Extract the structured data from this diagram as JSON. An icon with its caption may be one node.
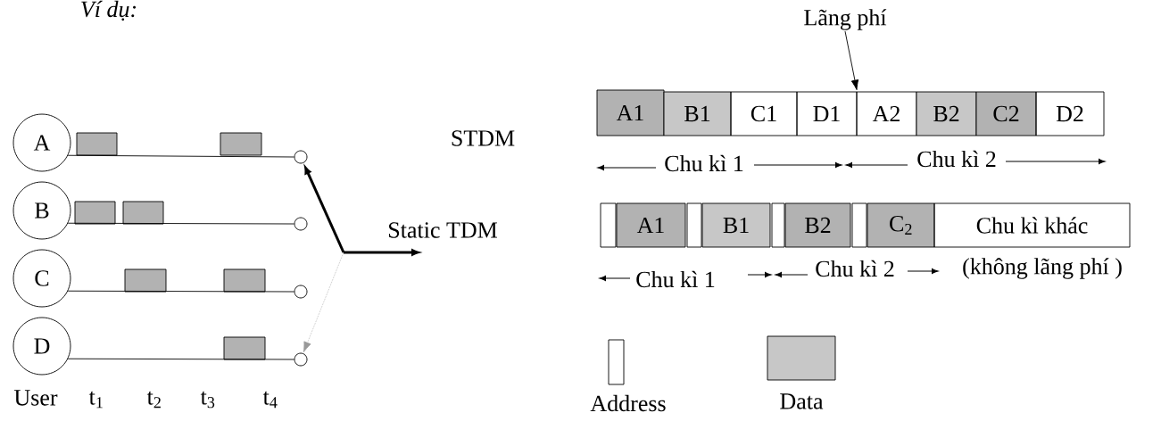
{
  "diagram": {
    "nodes": [
      {
        "text": [
          "A"
        ]
      },
      {
        "text": [
          "B"
        ]
      },
      {
        "text": [
          "C"
        ]
      },
      {
        "text": [
          "D"
        ]
      },
      {
        "text": [],
        "shape": "circle"
      },
      {
        "text": [],
        "shape": "circle"
      },
      {
        "text": [],
        "shape": "circle"
      },
      {
        "text": [],
        "shape": "circle"
      },
      {
        "text": [
          "Static TDM"
        ]
      },
      {
        "text": [
          "Lãng phí"
        ]
      },
      {
        "text": [
          "A1"
        ]
      },
      {
        "text": [
          "B1"
        ]
      },
      {
        "text": [
          "C1"
        ]
      },
      {
        "text": [
          "D1"
        ]
      },
      {
        "text": [
          "A2"
        ]
      },
      {
        "text": [
          "B2"
        ]
      },
      {
        "text": [
          "C2"
        ]
      },
      {
        "text": [
          "D2"
        ]
      },
      {
        "text": [],
        "shape": "box"
      },
      {
        "text": [
          "A1"
        ]
      },
      {
        "text": [],
        "shape": "box"
      },
      {
        "text": [
          "B1"
        ]
      },
      {
        "text": [],
        "shape": "box"
      },
      {
        "text": [
          "B2"
        ]
      },
      {
        "text": [],
        "shape": "box"
      },
      {
        "text": [
          "C$_{2}$"
        ]
      },
      {
        "text": [
          "Chu kì khác"
        ]
      }
    ],
    "edges": [
      {
        "from": 0,
        "to": 4,
        "arrow": "none"
      },
      {
        "from": 1,
        "to": 5,
        "arrow": "none"
      },
      {
        "from": 2,
        "to": 6,
        "arrow": "none"
      },
      {
        "from": 3,
        "to": 7,
        "arrow": "none"
      },
      {
        "from": null,
        "to": 4,
        "arrow": "to",
        "style": "thick"
      },
      {
        "from": null,
        "to": 7,
        "arrow": "to",
        "style": "dashed",
        "color": "#999999"
      },
      {
        "from": null,
        "to": 8,
        "arrow": "to",
        "style": "thick"
      },
      {
        "from": 9,
        "to": 13,
        "arrow": "to"
      }
    ],
    "labels": [
      "Ví dụ:",
      "User",
      "t$_{1}$",
      "t$_{2}$",
      "t$_{3}$",
      "t$_{4}$",
      "STDM",
      "Chu kì 1",
      "Chu kì 2",
      "Chu kì 1",
      "Chu kì 2",
      "(không lãng phí )"
    ],
    "legend": [
      {
        "text": "Address"
      },
      {
        "text": "Data"
      }
    ]
  }
}
